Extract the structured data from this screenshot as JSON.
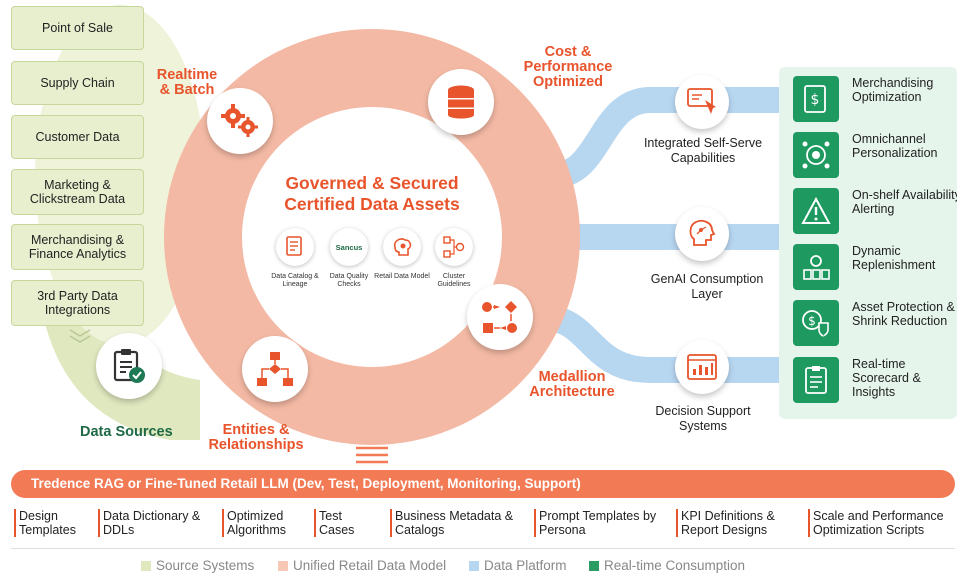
{
  "sources": [
    "Point of Sale",
    "Supply Chain",
    "Customer Data",
    "Marketing & Clickstream Data",
    "Merchandising & Finance Analytics",
    "3rd Party Data Integrations"
  ],
  "data_sources_label": "Data Sources",
  "ring_labels": {
    "realtime": "Realtime & Batch",
    "cost": "Cost & Performance Optimized",
    "medallion": "Medallion Architecture",
    "entities": "Entities & Relationships"
  },
  "center": {
    "title_line1": "Governed & Secured",
    "title_line2": "Certified Data Assets",
    "items": [
      {
        "label": "Data Catalog & Lineage"
      },
      {
        "label": "Data Quality Checks",
        "badge": "Sancus"
      },
      {
        "label": "Retail Data Model"
      },
      {
        "label": "Cluster Guidelines"
      }
    ]
  },
  "layers": [
    "Integrated Self-Serve Capabilities",
    "GenAI Consumption Layer",
    "Decision Support Systems"
  ],
  "consumption": [
    {
      "label": "Merchandising Optimization",
      "icon": "dollar-doc-icon"
    },
    {
      "label": "Omnichannel Personalization",
      "icon": "target-network-icon"
    },
    {
      "label": "On-shelf Availability Alerting",
      "icon": "warning-icon"
    },
    {
      "label": "Dynamic Replenishment",
      "icon": "gear-grid-icon"
    },
    {
      "label": "Asset Protection & Shrink Reduction",
      "icon": "shield-dollar-icon"
    },
    {
      "label": "Real-time Scorecard & Insights",
      "icon": "clipboard-icon"
    }
  ],
  "bottom_bar": "Tredence RAG or Fine-Tuned Retail LLM (Dev, Test, Deployment, Monitoring, Support)",
  "deliverables": [
    "Design Templates",
    "Data Dictionary & DDLs",
    "Optimized Algorithms",
    "Test Cases",
    "Business Metadata & Catalogs",
    "Prompt Templates by Persona",
    "KPI Definitions & Report Designs",
    "Scale and Performance Optimization Scripts"
  ],
  "legend": [
    {
      "label": "Source Systems",
      "color": "#dfe8bf"
    },
    {
      "label": "Unified Retail Data Model",
      "color": "#f6c8b5"
    },
    {
      "label": "Data Platform",
      "color": "#b7d6f0"
    },
    {
      "label": "Real-time Consumption",
      "color": "#2a9d63"
    }
  ],
  "colors": {
    "accent": "#e8542b",
    "ring": "#f3b9a4",
    "source": "#e8efcf",
    "platform": "#b7d6f0",
    "consumption": "#1e9a60"
  }
}
